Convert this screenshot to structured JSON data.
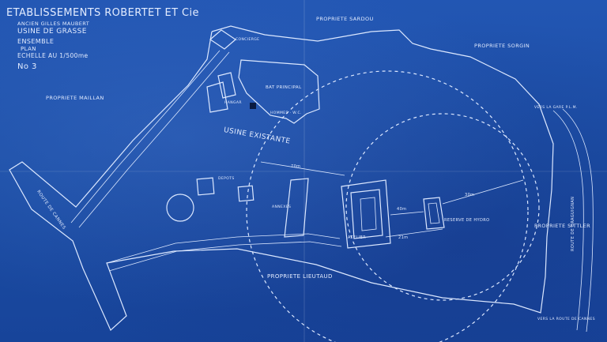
{
  "title_block": {
    "company": "ETABLISSEMENTS ROBERTET ET Cie",
    "address": "ANCIEN GILLES MAUBERT",
    "factory": "USINE DE GRASSE",
    "line1": "ENSEMBLE",
    "line2": "PLAN",
    "scale": "ECHELLE AU 1/500me",
    "sheet": "No 3"
  },
  "properties": {
    "sardou": "PROPRIETE SARDOU",
    "sorgin": "PROPRIETE SORGIN",
    "maillan": "PROPRIETE MAILLAN",
    "lieutaud": "PROPRIETE LIEUTAUD",
    "sittler": "PROPRIETE SITTLER"
  },
  "buildings": {
    "existing_factory": "USINE EXISTANTE",
    "main_building": "BAT PRINCIPAL",
    "concierge": "CONCIERGE",
    "hangar": "HANGAR",
    "annexes": "ANNEXES",
    "depots": "DEPOTS",
    "wc": "HOMMES · W.C.",
    "atelier": "ATELIER",
    "hydro": "RESERVE DE HYDRO"
  },
  "roads": {
    "route_cannes": "ROUTE DE CANNES",
    "route_draguignan": "ROUTE DE DRAGUIGNAN",
    "vers_gare": "VERS LA GARE P.L.M.",
    "vers_route": "VERS LA ROUTE DE CANNES"
  },
  "dimensions": {
    "d1": "70m",
    "d2": "40m",
    "d3": "30m",
    "d4": "21m"
  }
}
